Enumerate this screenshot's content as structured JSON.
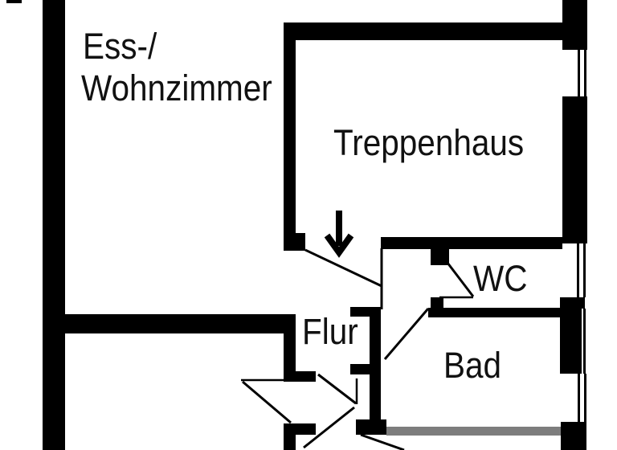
{
  "plan": {
    "type": "floor-plan",
    "rooms": [
      {
        "id": "wohnzimmer",
        "label_line1": "Ess-/",
        "label_line2": "Wohnzimmer"
      },
      {
        "id": "treppenhaus",
        "label": "Treppenhaus"
      },
      {
        "id": "wc",
        "label": "WC"
      },
      {
        "id": "flur",
        "label": "Flur"
      },
      {
        "id": "bad",
        "label": "Bad"
      }
    ],
    "icons": [
      {
        "name": "entrance-arrow-icon",
        "glyph": "↓",
        "meaning": "entrance direction from stairwell"
      }
    ],
    "colors": {
      "wall": "#000000",
      "light_wall": "#7d7d7d",
      "background": "#ffffff",
      "text": "#111111"
    }
  }
}
